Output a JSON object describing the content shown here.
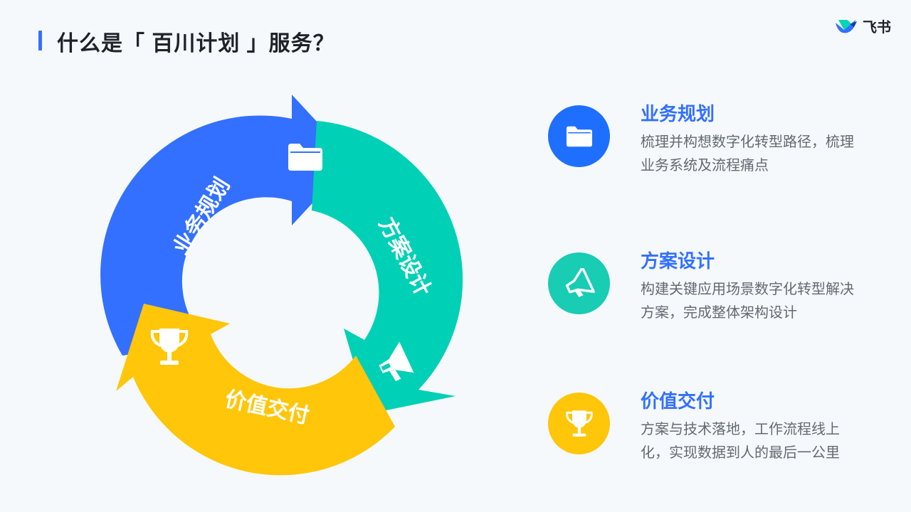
{
  "header": {
    "title": "什么是「 百川计划 」服务？",
    "logo_text": "飞书"
  },
  "cycle": {
    "segments": [
      {
        "label": "业务规划",
        "icon": "folder-icon",
        "color": "#3370ff"
      },
      {
        "label": "方案设计",
        "icon": "megaphone-icon",
        "color": "#00d0b6"
      },
      {
        "label": "价值交付",
        "icon": "trophy-icon",
        "color": "#ffc60a"
      }
    ]
  },
  "items": [
    {
      "title": "业务规划",
      "desc": "梳理并构想数字化转型路径，梳理业务系统及流程痛点",
      "icon": "folder-icon",
      "color": "#1f6fff"
    },
    {
      "title": "方案设计",
      "desc": "构建关键应用场景数字化转型解决方案，完成整体架构设计",
      "icon": "megaphone-icon",
      "color": "#19ccb4"
    },
    {
      "title": "价值交付",
      "desc": "方案与技术落地，工作流程线上化，实现数据到人的最后一公里",
      "icon": "trophy-icon",
      "color": "#ffc60a"
    }
  ]
}
